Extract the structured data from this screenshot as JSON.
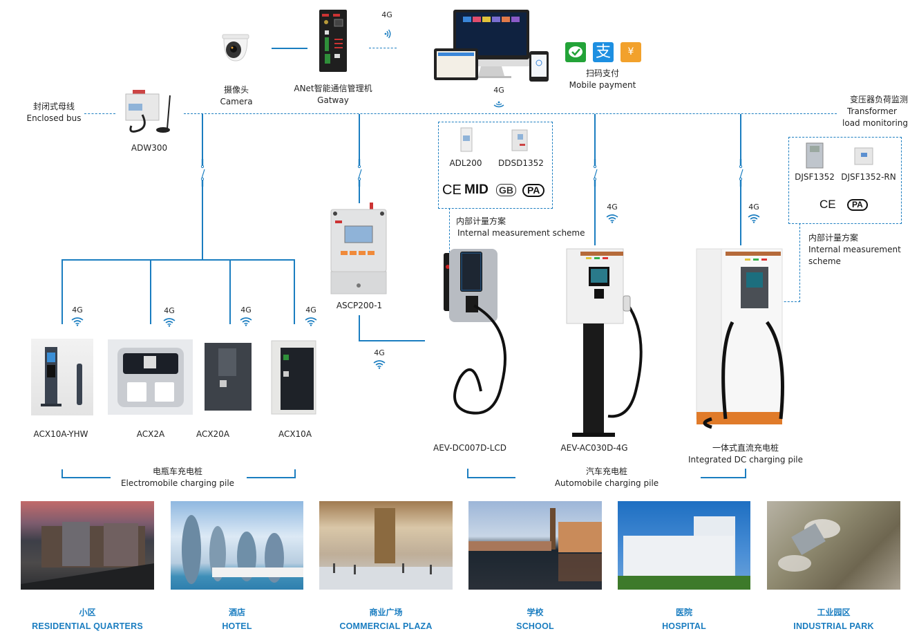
{
  "diagram": {
    "network_label": "4G",
    "top": {
      "camera": {
        "zh": "摄像头",
        "en": "Camera"
      },
      "gateway": {
        "zh": "ANet智能通信管理机",
        "en": "Gatway"
      },
      "platform_link": "4G",
      "platform_down": "4G",
      "payment": {
        "zh": "扫码支付",
        "en": "Mobile payment",
        "icons": [
          "wechat-pay-icon",
          "alipay-icon",
          "union-pay-icon"
        ]
      }
    },
    "bus": {
      "left": {
        "zh": "封闭式母线",
        "en": "Enclosed bus"
      },
      "adw": "ADW300",
      "right": {
        "zh": "变压器负荷监测",
        "en1": "Transformer",
        "en2": "load monitoring"
      }
    },
    "meter_box_1": {
      "meters": [
        "ADL200",
        "DDSD1352"
      ],
      "certs": [
        "CE",
        "MID",
        "GB",
        "PA"
      ],
      "note": {
        "zh": "内部计量方案",
        "en": "Internal measurement scheme"
      }
    },
    "meter_box_2": {
      "meters": [
        "DJSF1352",
        "DJSF1352-RN"
      ],
      "certs": [
        "CE",
        "PA"
      ],
      "note": {
        "zh": "内部计量方案",
        "en1": "Internal measurement",
        "en2": "scheme"
      }
    },
    "ascp": "ASCP200-1",
    "electromobile": {
      "devices": [
        "ACX10A-YHW",
        "ACX2A",
        "ACX20A",
        "ACX10A"
      ],
      "group": {
        "zh": "电瓶车充电桩",
        "en": "Electromobile charging pile"
      }
    },
    "automobile": {
      "devices": [
        "AEV-DC007D-LCD",
        "AEV-AC030D-4G"
      ],
      "integrated": {
        "zh": "一体式直流充电桩",
        "en": "Integrated DC charging pile"
      },
      "group": {
        "zh": "汽车充电桩",
        "en": "Automobile charging pile"
      }
    },
    "scenarios": [
      {
        "zh": "小区",
        "en": "RESIDENTIAL QUARTERS"
      },
      {
        "zh": "酒店",
        "en": "HOTEL"
      },
      {
        "zh": "商业广场",
        "en": "COMMERCIAL PLAZA"
      },
      {
        "zh": "学校",
        "en": "SCHOOL"
      },
      {
        "zh": "医院",
        "en": "HOSPITAL"
      },
      {
        "zh": "工业园区",
        "en": "INDUSTRIAL PARK"
      }
    ],
    "colors": {
      "line": "#1a7dc0",
      "caption": "#1a7dc0"
    }
  }
}
